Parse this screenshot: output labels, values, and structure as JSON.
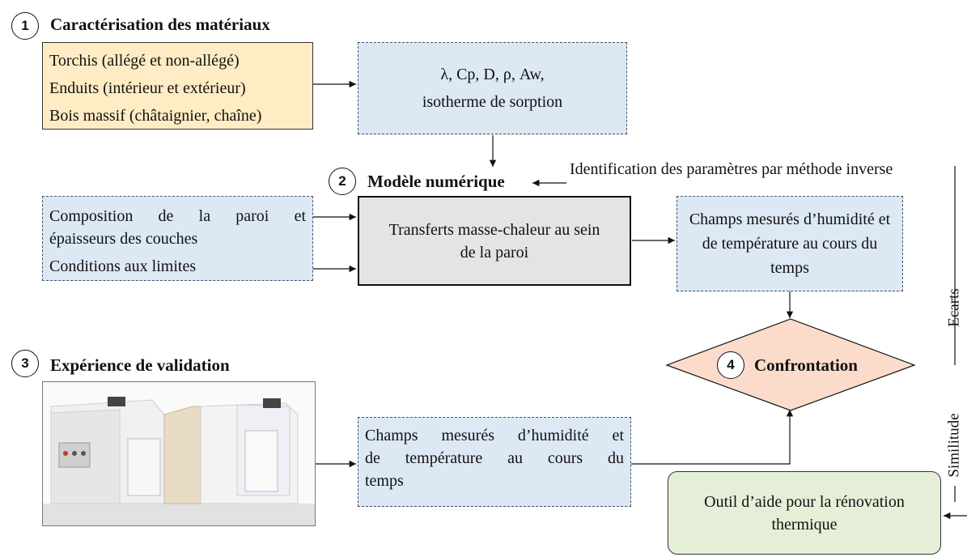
{
  "step1": {
    "number": "1",
    "title": "Caractérisation des matériaux"
  },
  "materials": [
    "Torchis (allégé et non-allégé)",
    "Enduits (intérieur et extérieur)",
    "Bois massif (châtaignier, chaîne)"
  ],
  "properties": {
    "line1": "λ, Cp, D, ρ, Aw,",
    "line2": "isotherme de sorption"
  },
  "step2": {
    "number": "2",
    "title": "Modèle numérique"
  },
  "inverse_label": "Identification des paramètres par méthode inverse",
  "wall_inputs": {
    "composition_line1": "Composition de la paroi et",
    "composition_line2": "épaisseurs des couches",
    "conditions": "Conditions aux limites"
  },
  "model_box": {
    "line1": "Transferts masse-chaleur au sein",
    "line2": "de la paroi"
  },
  "measured_top": {
    "line1": "Champs mesurés d’humidité et",
    "line2": "de température au cours du",
    "line3": "temps"
  },
  "step3": {
    "number": "3",
    "title": "Expérience de validation"
  },
  "measured_bottom": {
    "line1": "Champs mesurés d’humidité et",
    "line2": "de température au cours du",
    "line3": "temps"
  },
  "step4": {
    "number": "4",
    "title": "Confrontation"
  },
  "side_labels": {
    "ecarts": "Ecarts",
    "similitude": "Similitude"
  },
  "tool_box": {
    "line1": "Outil d’aide pour la rénovation",
    "line2": "thermique"
  },
  "colors": {
    "yellow_box": "#ffecc4",
    "blue_box": "#dde8f5",
    "grey_box": "#e4e4e4",
    "green_box": "#e5efd8",
    "diamond": "#fbdccb"
  }
}
